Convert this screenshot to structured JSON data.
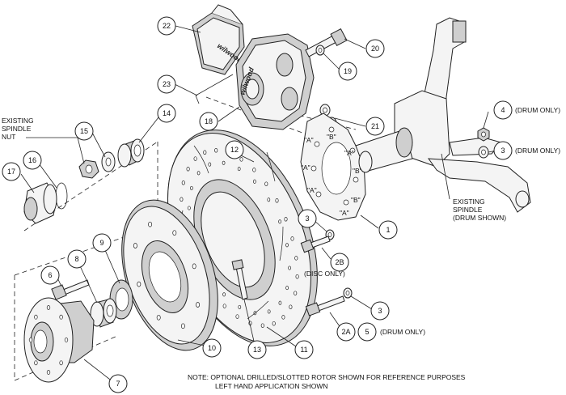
{
  "callouts": [
    {
      "id": "c1",
      "text": "1"
    },
    {
      "id": "c2B",
      "text": "2B"
    },
    {
      "id": "c2A",
      "text": "2A"
    },
    {
      "id": "c3a",
      "text": "3"
    },
    {
      "id": "c3b",
      "text": "3"
    },
    {
      "id": "c3c",
      "text": "3"
    },
    {
      "id": "c4",
      "text": "4"
    },
    {
      "id": "c5",
      "text": "5"
    },
    {
      "id": "c6",
      "text": "6"
    },
    {
      "id": "c7",
      "text": "7"
    },
    {
      "id": "c8",
      "text": "8"
    },
    {
      "id": "c9",
      "text": "9"
    },
    {
      "id": "c10",
      "text": "10"
    },
    {
      "id": "c11",
      "text": "11"
    },
    {
      "id": "c12",
      "text": "12"
    },
    {
      "id": "c13",
      "text": "13"
    },
    {
      "id": "c14",
      "text": "14"
    },
    {
      "id": "c15",
      "text": "15"
    },
    {
      "id": "c16",
      "text": "16"
    },
    {
      "id": "c17",
      "text": "17"
    },
    {
      "id": "c18",
      "text": "18"
    },
    {
      "id": "c19",
      "text": "19"
    },
    {
      "id": "c20",
      "text": "20"
    },
    {
      "id": "c21",
      "text": "21"
    },
    {
      "id": "c22",
      "text": "22"
    },
    {
      "id": "c23",
      "text": "23"
    }
  ],
  "labels": {
    "existing_spindle_nut": [
      "EXISTING",
      "SPINDLE",
      "NUT"
    ],
    "existing_spindle_drum": [
      "EXISTING",
      "SPINDLE",
      "(DRUM SHOWN)"
    ],
    "drum_only_4": "(DRUM ONLY)",
    "drum_only_3": "(DRUM ONLY)",
    "drum_only_5": "(DRUM ONLY)",
    "disc_only": "(DISC ONLY)",
    "brand_pad": "wilwood",
    "brand_caliper": "wilwood",
    "hole_markings": [
      "\"A\"",
      "\"B\"",
      "\"A\"",
      "\"A\"",
      "\"B\"",
      "\"A\"",
      "\"B\"",
      "\"A\""
    ]
  },
  "note": [
    "NOTE: OPTIONAL DRILLED/SLOTTED ROTOR SHOWN FOR REFERENCE PURPOSES",
    "LEFT HAND APPLICATION SHOWN"
  ]
}
